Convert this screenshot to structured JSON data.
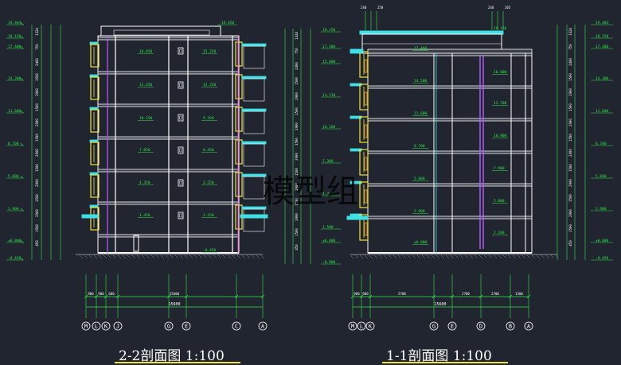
{
  "watermark": "模型组",
  "titles": {
    "left": "2-2剖面图 1:100",
    "right": "1-1剖面图 1:100"
  },
  "axes": {
    "left": [
      "M",
      "L",
      "K",
      "J",
      "G",
      "E",
      "C",
      "A"
    ],
    "right": [
      "M",
      "L",
      "K",
      "G",
      "E",
      "D",
      "B",
      "A"
    ]
  },
  "left_dims": {
    "total": "15600",
    "small": [
      "900",
      "900",
      "600"
    ]
  },
  "right_dims": {
    "total": "15600",
    "segments": [
      "900",
      "900",
      "5700",
      "2700",
      "2700",
      "1500"
    ]
  },
  "outer_elev_left": [
    "19.484",
    "18.150",
    "17.400",
    "14.300",
    "11.600",
    "8.700",
    "5.800",
    "2.900",
    "±0.000",
    "-0.450"
  ],
  "outer_elev_right": [
    "19.484",
    "18.150",
    "17.400",
    "14.300",
    "11.600",
    "8.700",
    "5.800",
    "2.900",
    "±0.000",
    "-0.450"
  ],
  "mid_elev": [
    "18.150",
    "17.400",
    "15.000",
    "13.110",
    "10.200",
    "7.300",
    "4.400",
    "1.500",
    "±0.000",
    "-0.900"
  ],
  "left_floor_labels": [
    "16.850",
    "15.250",
    "13.650",
    "12.250",
    "10.150",
    "9.350",
    "7.050",
    "6.450",
    "4.350",
    "3.550",
    "1.450",
    "1.250",
    "-0.450"
  ],
  "right_floor_labels": [
    "17.400",
    "14.500",
    "11.600",
    "8.700",
    "5.800",
    "2.900",
    "±0.000",
    "16.600",
    "13.700",
    "10.800",
    "7.900",
    "5.000",
    "2.100"
  ],
  "roof_top_left": "19.650",
  "roof_top_right": "18.150",
  "top_dims_right": [
    "240",
    "250",
    "240",
    "205"
  ],
  "left_vertical_dims": [
    "1324",
    "750",
    "2400",
    "1500",
    "2900",
    "1500",
    "2900",
    "1500",
    "2900",
    "1500",
    "2900",
    "1500",
    "2900",
    "1500",
    "450"
  ]
}
